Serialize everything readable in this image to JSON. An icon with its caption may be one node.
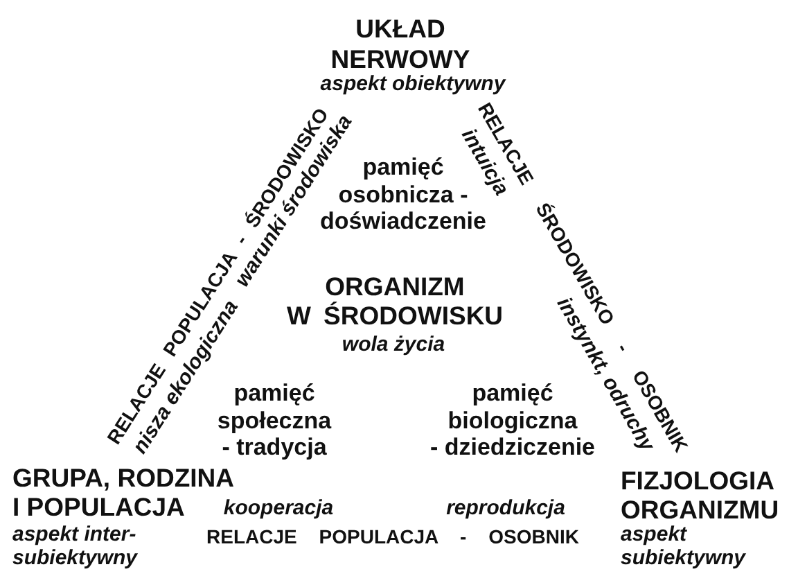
{
  "diagram": {
    "labels": [
      "UKŁAD NERWOWY",
      "aspekt obiektywny",
      "RELACJE POPULACJA - ŚRODOWISKO",
      "nisza ekologiczna",
      "warunki środowiska",
      "RELACJE ŚRODOWISKO - OSOBNIK",
      "intuicja",
      "instynkt, odruchy",
      "pamięć osobnicza - doświadczenie",
      "ORGANIZM W ŚRODOWISKU",
      "wola życia",
      "pamięć społeczna - tradycja",
      "pamięć biologiczna - dziedziczenie",
      "GRUPA, RODZINA I POPULACJA",
      "kooperacja",
      "reprodukcja",
      "FIZJOLOGIA ORGANIZMU",
      "aspekt inter-subiektywny",
      "RELACJE POPULACJA - OSOBNIK",
      "aspekt subiektywny"
    ]
  }
}
